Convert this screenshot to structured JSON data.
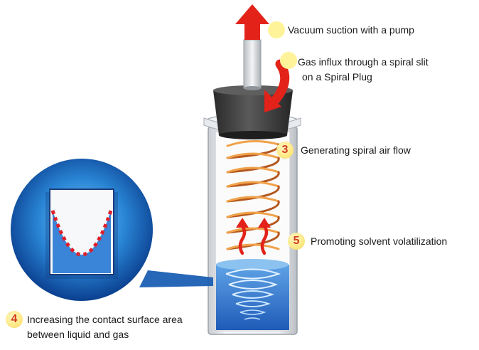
{
  "labels": {
    "vacuum": "Vacuum suction with a pump",
    "gas_line1": "Gas influx through a spiral slit",
    "gas_line2": "on a Spiral Plug",
    "step3_num": "3",
    "step3": "Generating spiral air flow",
    "step5_num": "5",
    "step5": "Promoting solvent volatilization",
    "step4_num": "4",
    "step4_line1": "Increasing the contact surface area",
    "step4_line2": "between liquid and gas"
  },
  "colors": {
    "arrow_red": "#e32219",
    "number_red": "#d23a1e",
    "marker_yellow": "#fff39a",
    "liquid_blue": "#2f6fd1",
    "zoom_blue": "#1b5fb4",
    "plug_dark": "#3a3a3a",
    "spiral_orange": "#d9822b"
  },
  "icons": [
    "up-arrow-icon",
    "curved-inlet-arrow-icon",
    "wavy-up-arrow-icon"
  ]
}
